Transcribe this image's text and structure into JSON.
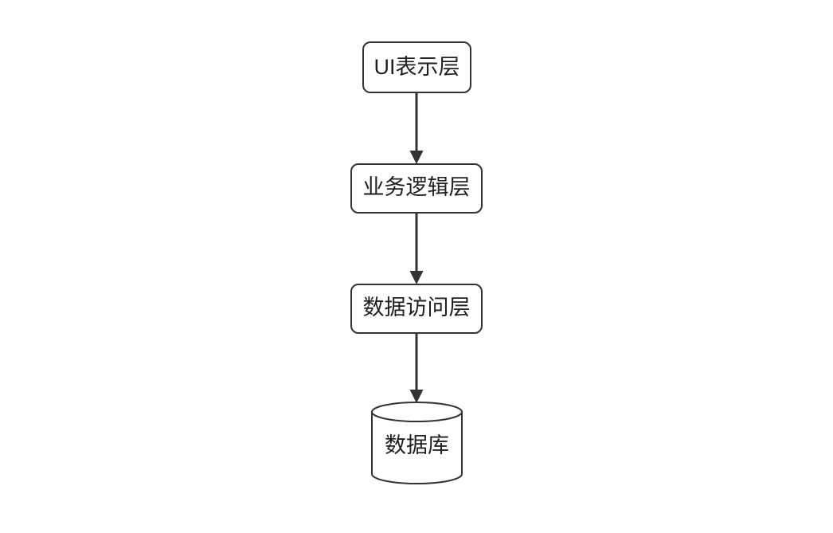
{
  "diagram": {
    "type": "flowchart",
    "orientation": "top-to-bottom",
    "background_color": "#ffffff",
    "stroke_color": "#333333",
    "text_color": "#1f1f1f",
    "nodes": [
      {
        "id": "ui-layer",
        "label": "UI表示层",
        "shape": "rounded-rectangle"
      },
      {
        "id": "business-layer",
        "label": "业务逻辑层",
        "shape": "rounded-rectangle"
      },
      {
        "id": "data-access-layer",
        "label": "数据访问层",
        "shape": "rounded-rectangle"
      },
      {
        "id": "database",
        "label": "数据库",
        "shape": "cylinder"
      }
    ],
    "edges": [
      {
        "id": "edge-ui-to-business",
        "from": "ui-layer",
        "to": "business-layer",
        "label": "",
        "arrow": "single-head-down"
      },
      {
        "id": "edge-business-to-data-access",
        "from": "business-layer",
        "to": "data-access-layer",
        "label": "",
        "arrow": "single-head-down"
      },
      {
        "id": "edge-data-access-to-database",
        "from": "data-access-layer",
        "to": "database",
        "label": "",
        "arrow": "single-head-down"
      }
    ]
  }
}
